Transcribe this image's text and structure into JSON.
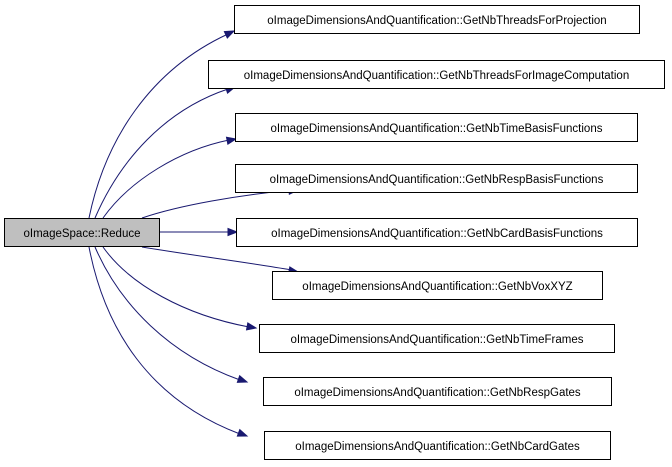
{
  "graph": {
    "colors": {
      "edge": "#191970",
      "root_fill": "#bfbfbf",
      "node_fill": "#ffffff",
      "border": "#000000"
    },
    "root": {
      "label": "oImageSpace::Reduce"
    },
    "callees": [
      {
        "label": "oImageDimensionsAndQuantification::GetNbThreadsForProjection"
      },
      {
        "label": "oImageDimensionsAndQuantification::GetNbThreadsForImageComputation"
      },
      {
        "label": "oImageDimensionsAndQuantification::GetNbTimeBasisFunctions"
      },
      {
        "label": "oImageDimensionsAndQuantification::GetNbRespBasisFunctions"
      },
      {
        "label": "oImageDimensionsAndQuantification::GetNbCardBasisFunctions"
      },
      {
        "label": "oImageDimensionsAndQuantification::GetNbVoxXYZ"
      },
      {
        "label": "oImageDimensionsAndQuantification::GetNbTimeFrames"
      },
      {
        "label": "oImageDimensionsAndQuantification::GetNbRespGates"
      },
      {
        "label": "oImageDimensionsAndQuantification::GetNbCardGates"
      }
    ]
  }
}
